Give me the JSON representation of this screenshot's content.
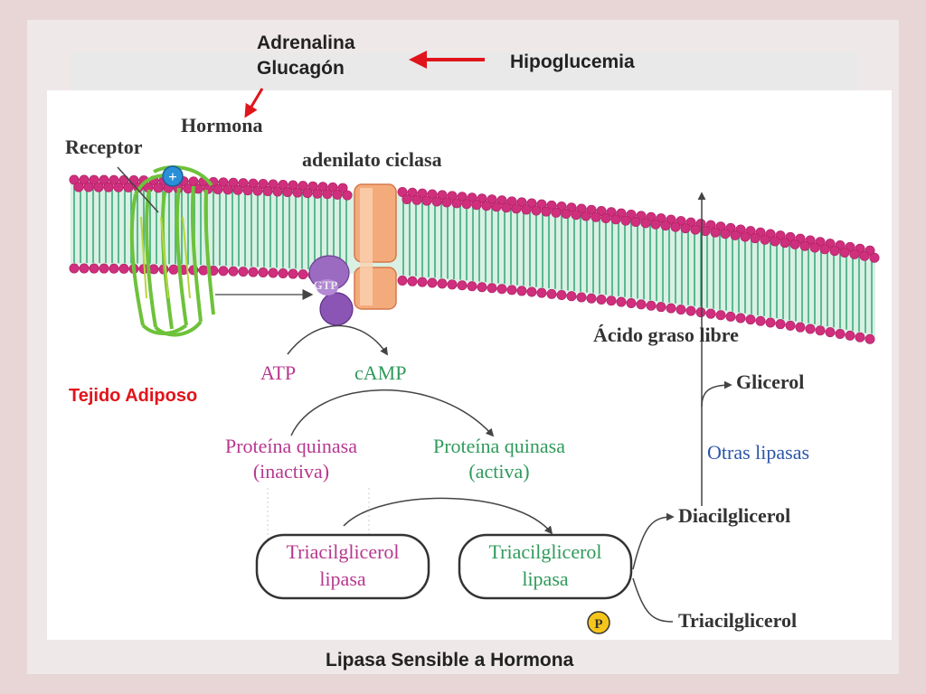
{
  "labels": {
    "adrenalina": "Adrenalina",
    "glucagon": "Glucagón",
    "hipoglucemia": "Hipoglucemia",
    "tejido": "Tejido Adiposo",
    "footer": "Lipasa Sensible a Hormona"
  },
  "diagram": {
    "hormona": "Hormona",
    "receptor": "Receptor",
    "adenilato": "adenilato ciclasa",
    "gtp": "GTP",
    "atp": "ATP",
    "camp": "cAMP",
    "pk_inactiva_1": "Proteína quinasa",
    "pk_inactiva_2": "(inactiva)",
    "pk_activa_1": "Proteína quinasa",
    "pk_activa_2": "(activa)",
    "tgl_1a": "Triacilglicerol",
    "tgl_1b": "lipasa",
    "tgl_2a": "Triacilglicerol",
    "tgl_2b": "lipasa",
    "acido": "Ácido graso libre",
    "glicerol": "Glicerol",
    "otras": "Otras lipasas",
    "diacil": "Diacilglicerol",
    "triacil": "Triacilglicerol",
    "p_badge": "P",
    "plus": "+"
  },
  "colors": {
    "membrane_head": "#cf2f7c",
    "membrane_tail": "#3dab7a",
    "receptor": "#6dc23a",
    "adenylate": "#f19a6a",
    "gprotein": "#8b5db0",
    "red_arrow": "#e1141b",
    "pink_text": "#b6388f",
    "green_text": "#2f9a5b",
    "blue_text": "#2d56a8"
  }
}
